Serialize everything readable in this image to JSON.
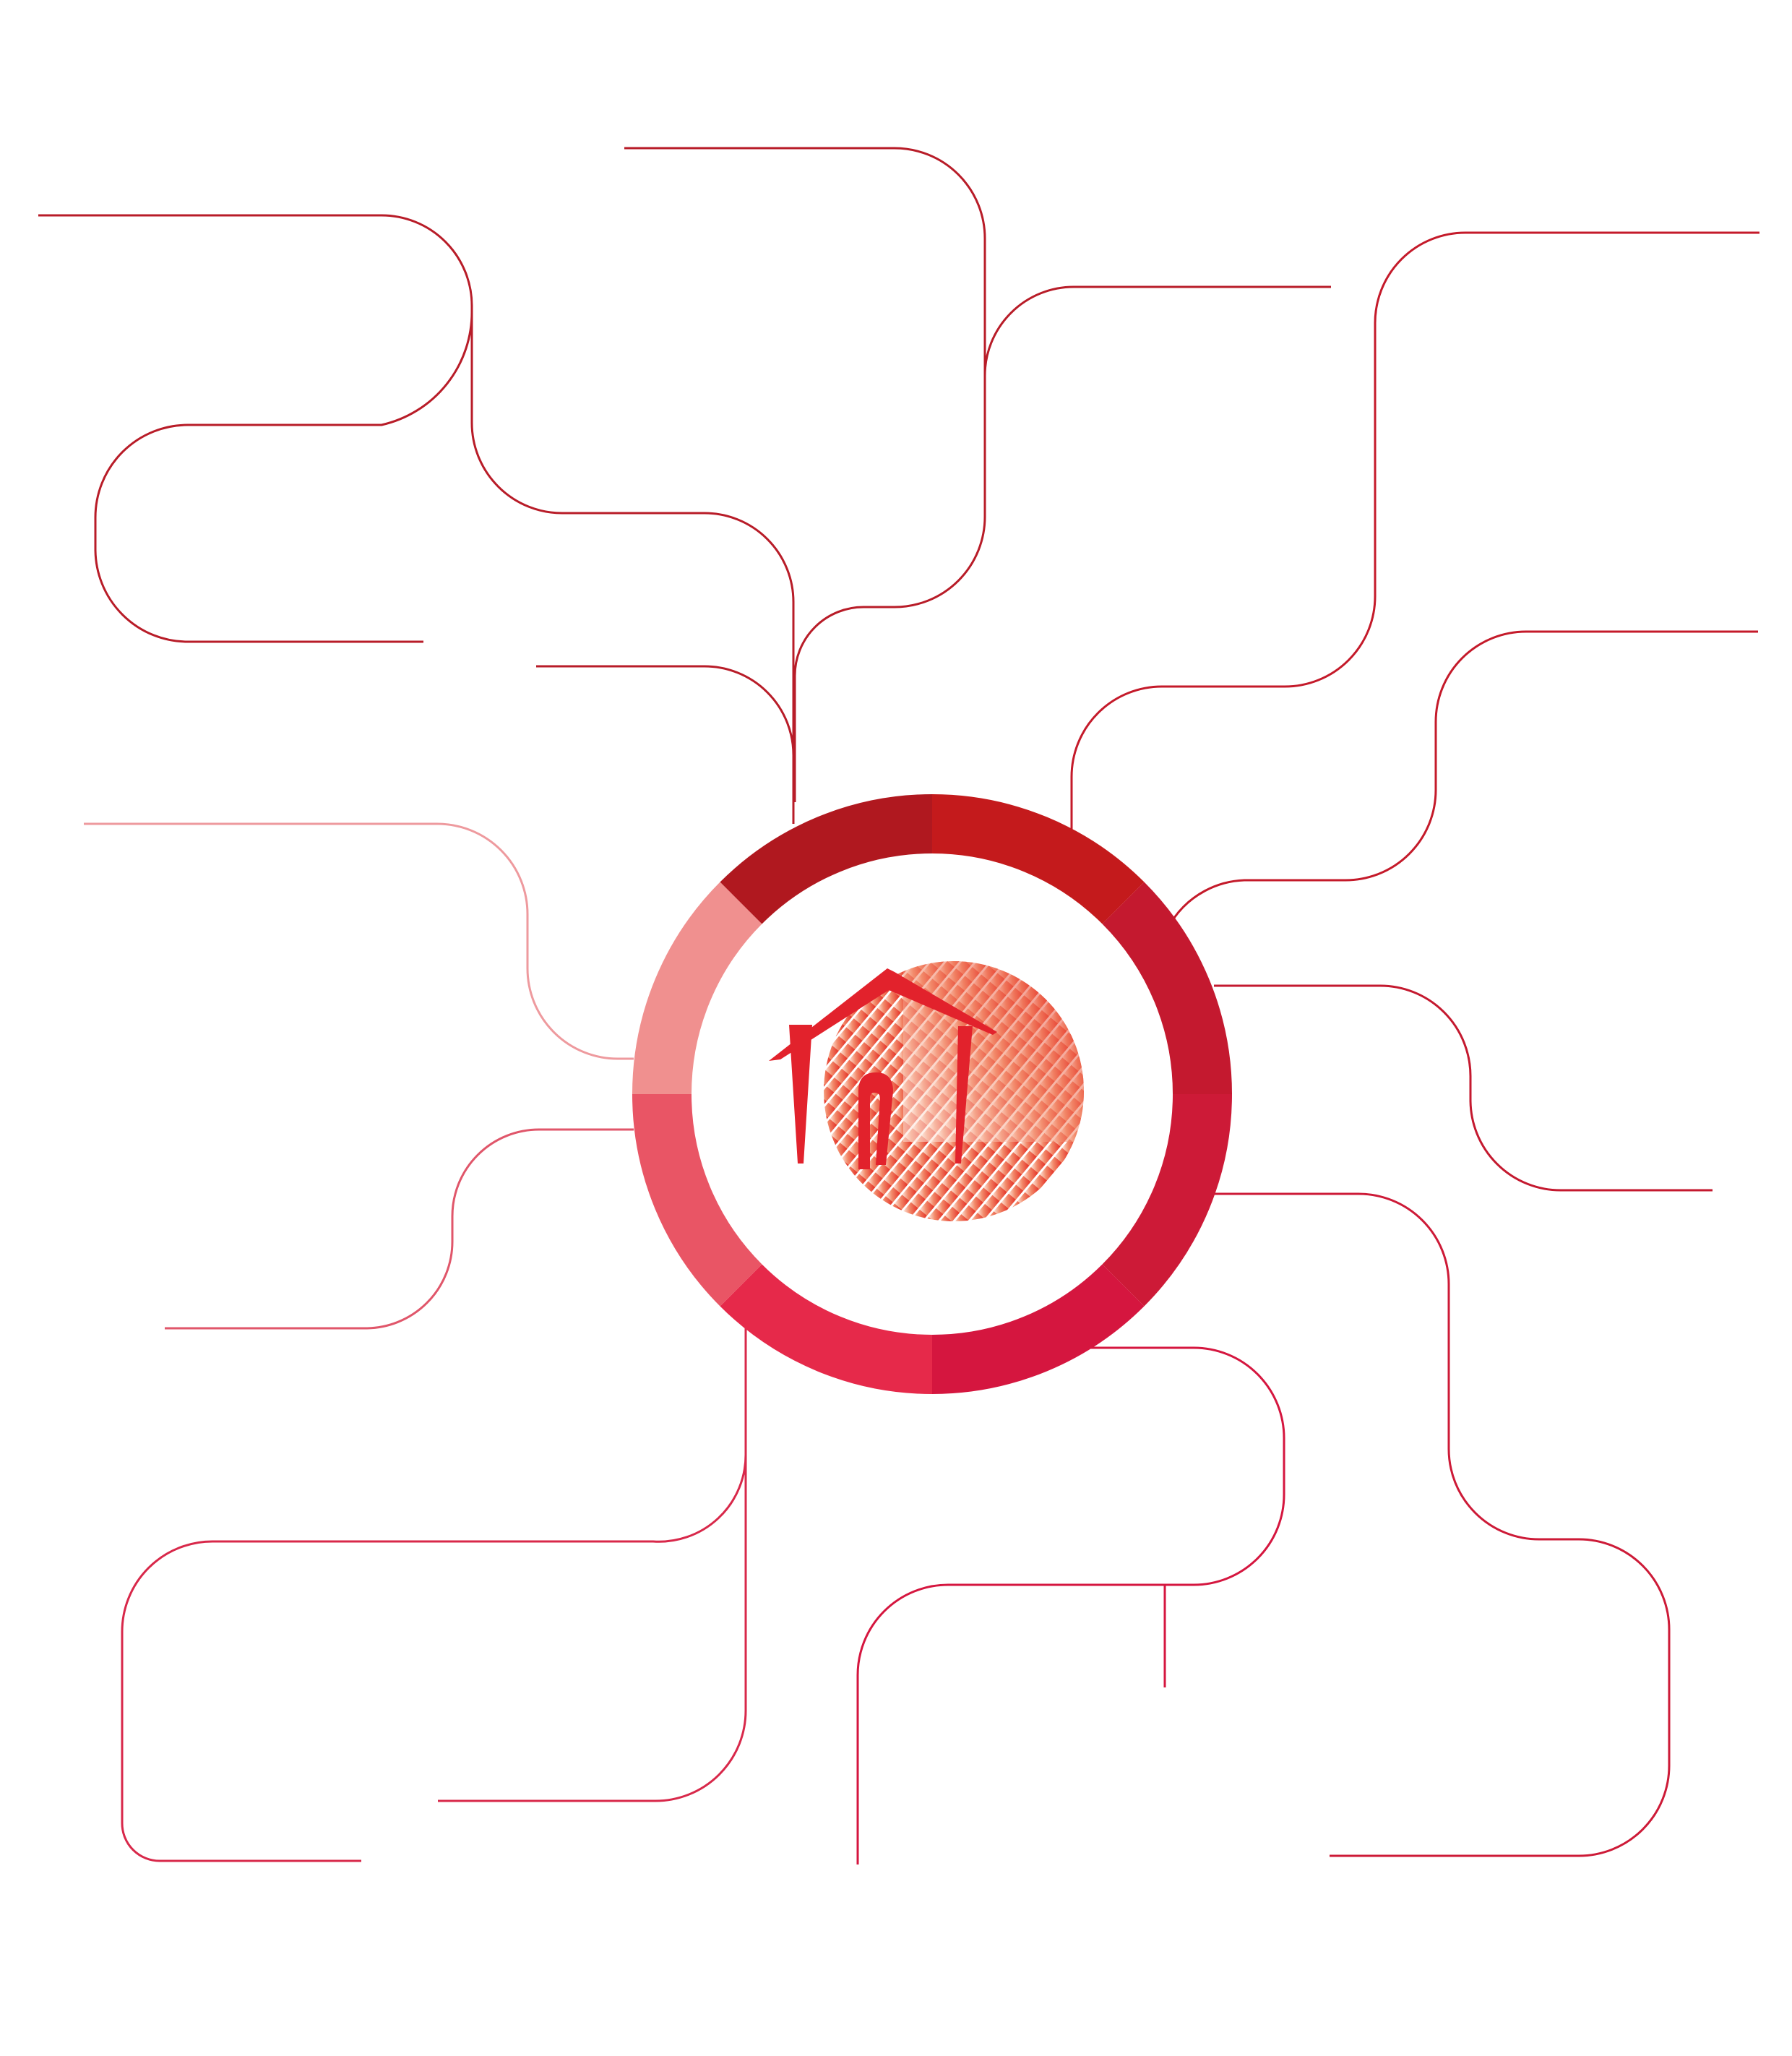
{
  "diagram": {
    "kind": "radial-connector-diagram",
    "center_icon": "house-logo-icon",
    "colors": {
      "line_dark_red": "#b81c28",
      "line_red": "#cf1f3a",
      "line_crimson": "#d8284a",
      "line_rose": "#e0566a",
      "line_pink": "#ee9a9e",
      "ring_segments": [
        "#b0181f",
        "#c41a1c",
        "#c4192f",
        "#cd1a37",
        "#d5163f",
        "#e6294a",
        "#e95565",
        "#f0908f"
      ],
      "logo_red": "#e2222c",
      "logo_gradient_start": "#e63b2e",
      "logo_gradient_end": "#fde4d8"
    },
    "ring_segment_count": 8,
    "connector_count": 19
  }
}
